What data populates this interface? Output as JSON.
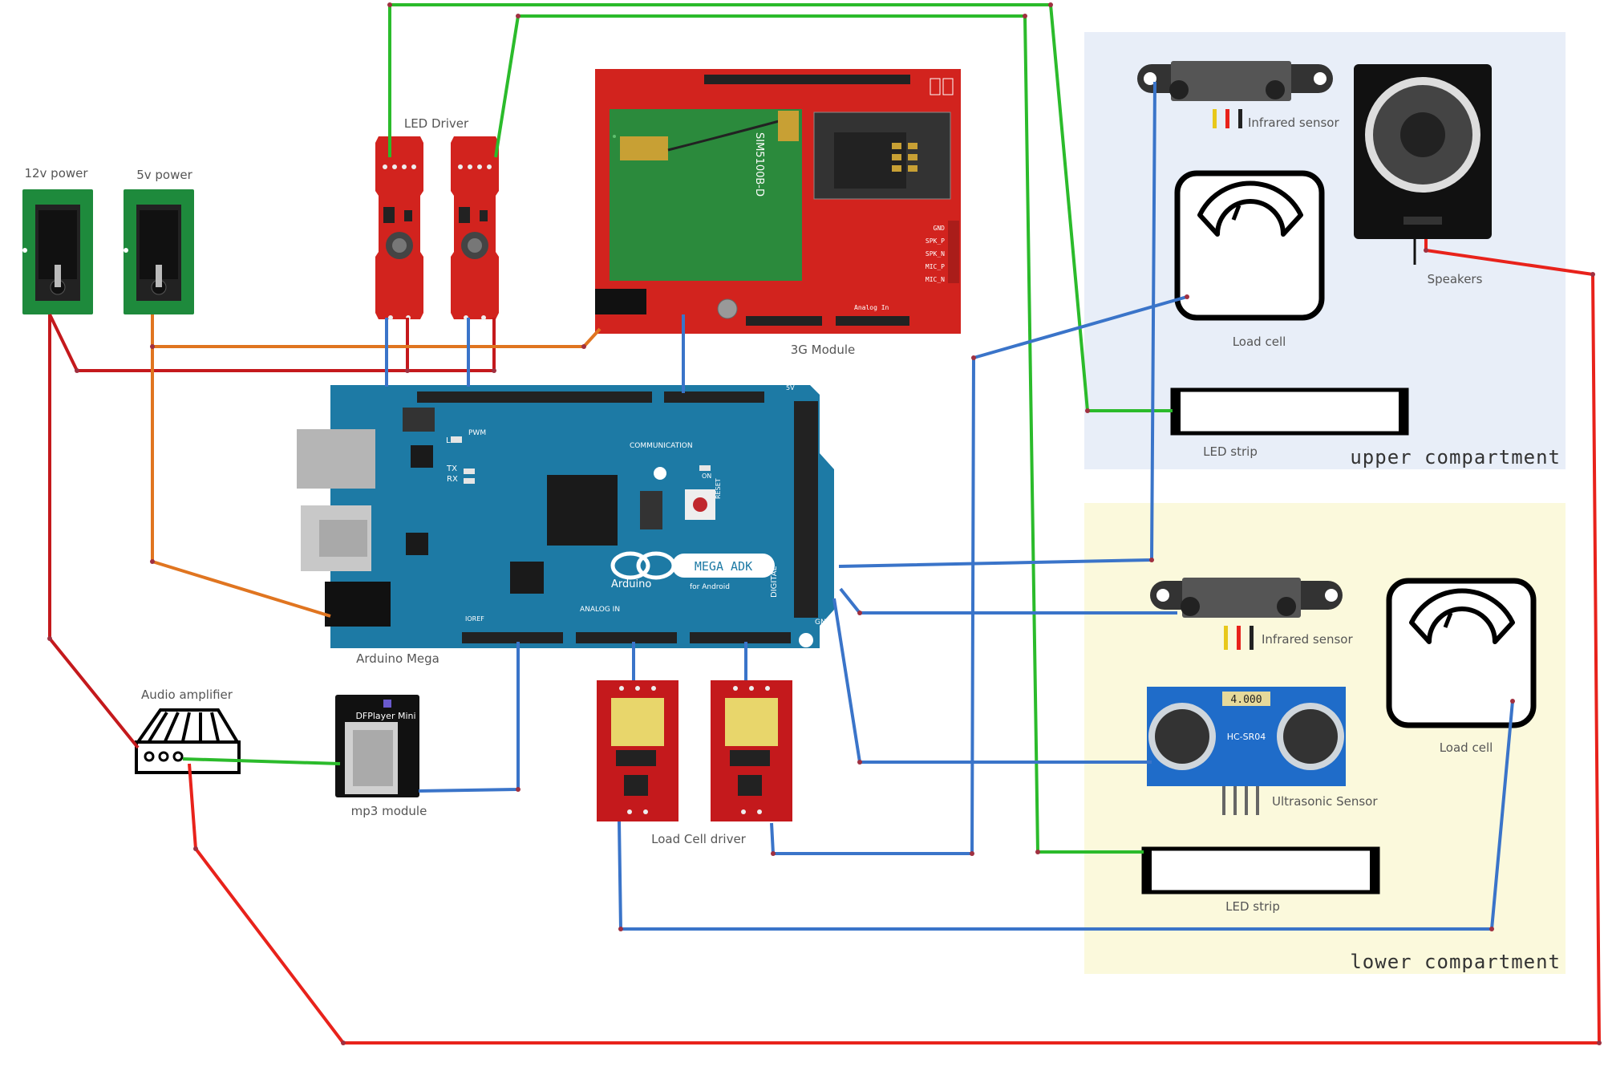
{
  "labels": {
    "power12": "12v power",
    "power5": "5v power",
    "led_driver": "LED Driver",
    "module3g": "3G Module",
    "sim_chip": "SIM5100B-D",
    "arduino": "Arduino Mega",
    "audio_amp": "Audio amplifier",
    "mp3": "mp3 module",
    "dfplayer": "DFPlayer Mini",
    "loadcell_driver": "Load Cell driver",
    "infrared_upper": "Infrared sensor",
    "speakers": "Speakers",
    "loadcell_upper": "Load cell",
    "ledstrip_upper": "LED strip",
    "infrared_lower": "Infrared sensor",
    "loadcell_lower": "Load cell",
    "ultrasonic": "Ultrasonic Sensor",
    "ultrasonic_chip": "HC-SR04",
    "ultrasonic_display": "4.000",
    "ledstrip_lower": "LED strip"
  },
  "compartments": {
    "upper": "upper compartment",
    "lower": "lower compartment"
  },
  "arduino_board": {
    "brand": "Arduino",
    "model": "MEGA ADK",
    "sub": "for Android",
    "pwm": "PWM",
    "communication": "COMMUNICATION",
    "analog_in": "ANALOG IN",
    "digital": "DIGITAL",
    "tx": "TX",
    "rx": "RX",
    "l": "L",
    "on": "ON",
    "reset": "RESET",
    "gnd": "GND",
    "five_v": "5V",
    "ioref": "IOREF"
  },
  "module_pins": {
    "gnd": "GND",
    "spk_p": "SPK_P",
    "spk_n": "SPK_N",
    "mic_p": "MIC_P",
    "mic_n": "MIC_N",
    "analog_in": "Analog In"
  },
  "colors": {
    "wire_green": "#2bbb2b",
    "wire_blue": "#3a74c9",
    "wire_red": "#e8221b",
    "wire_darkred": "#c4191c",
    "wire_orange": "#e07520",
    "upper_bg": "#e8eef8",
    "lower_bg": "#fbf9dc",
    "arduino_blue": "#1d7aa5",
    "module_red": "#d2231e",
    "power_green": "#1e8a3c"
  }
}
